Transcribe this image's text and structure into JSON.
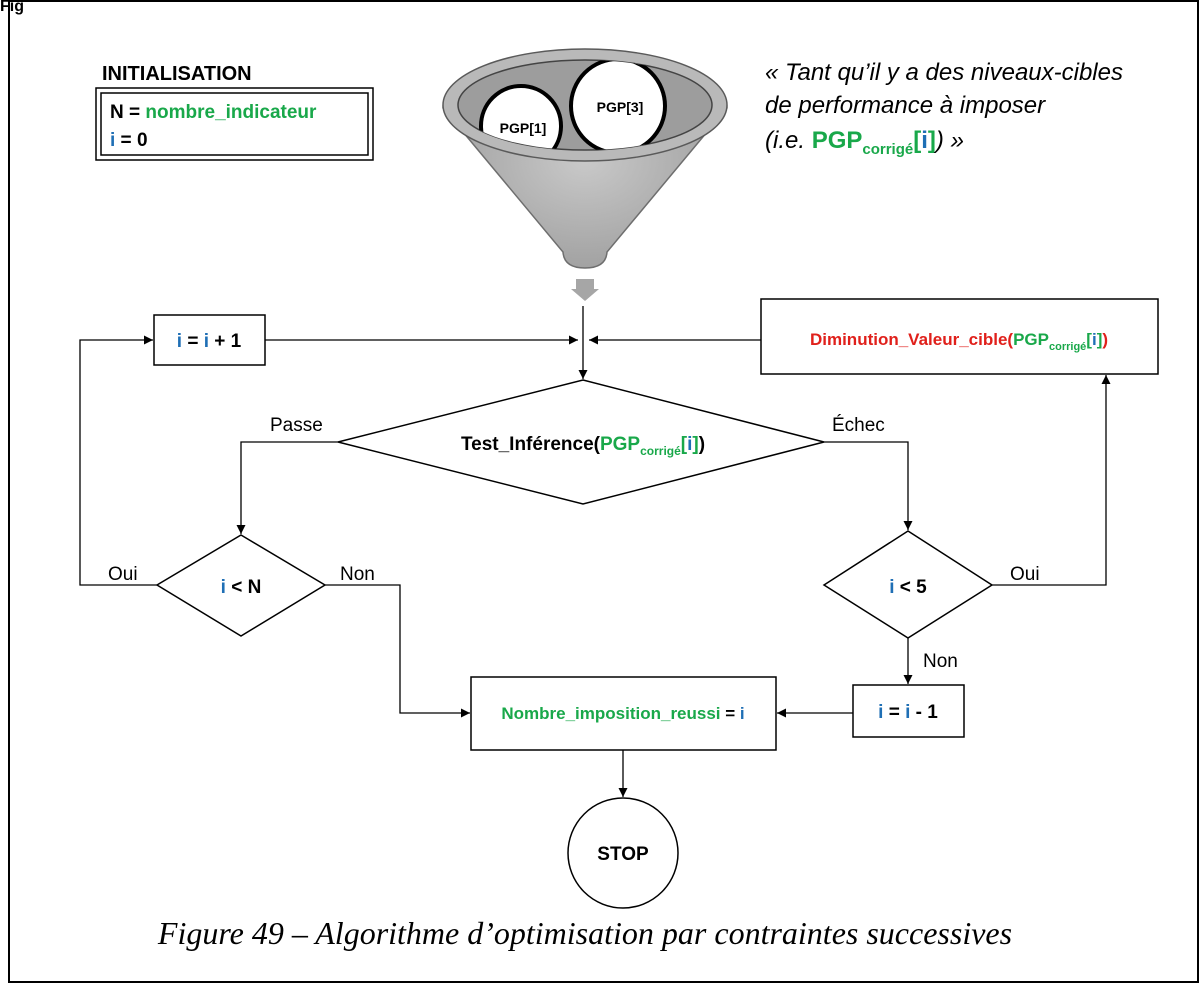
{
  "header_fragment": "Fig",
  "init": {
    "title": "INITIALISATION",
    "line1_var": "N",
    "line1_eq": " = ",
    "line1_val": "nombre_indicateur",
    "line2_var": "i",
    "line2_eq": " = ",
    "line2_val": "0"
  },
  "funnel": {
    "item1": "PGP[1]",
    "item3": "PGP[3]"
  },
  "quote": {
    "line1": "« Tant qu’il y a des niveaux-cibles",
    "line2": "de performance à imposer",
    "line3_pre": "(i.e. ",
    "line3_pgp": "PGP",
    "line3_sub": "corrigé",
    "line3_idx_open": "[",
    "line3_idx_i": "i",
    "line3_idx_close": "]",
    "line3_post": ") »"
  },
  "increment": {
    "lhs": "i",
    "eq": " = ",
    "rhs_i": "i",
    "rhs_rest": " + 1"
  },
  "diminution": {
    "func": "Diminution_Valeur_cible(",
    "pgp": "PGP",
    "sub": "corrigé",
    "open": "[",
    "i": "i",
    "close": "]",
    "end": ")"
  },
  "test": {
    "func": "Test_Inférence(",
    "pgp": "PGP",
    "sub": "corrigé",
    "open": "[",
    "i": "i",
    "close": "]",
    "end": ")"
  },
  "branch_pass": "Passe",
  "branch_fail": "Échec",
  "cond_left": {
    "i": "i",
    "rest": " < N"
  },
  "cond_right": {
    "i": "i",
    "rest": " < 5"
  },
  "yes_left": "Oui",
  "no_left": "Non",
  "yes_right": "Oui",
  "no_right": "Non",
  "decrement": {
    "lhs": "i",
    "eq": " = ",
    "rhs_i": "i",
    "rhs_rest": " - 1"
  },
  "result": {
    "name": "Nombre_imposition_reussi",
    "eq": " = ",
    "i": "i"
  },
  "stop": "STOP",
  "caption": "Figure 49 – Algorithme d’optimisation par contraintes successives",
  "colors": {
    "green": "#19a84a",
    "blue": "#1f6fb5",
    "red": "#e0201b",
    "funnel": "#b3b3b3",
    "funnel_dark": "#9e9e9e",
    "arrow_grey": "#a6a6a6"
  }
}
